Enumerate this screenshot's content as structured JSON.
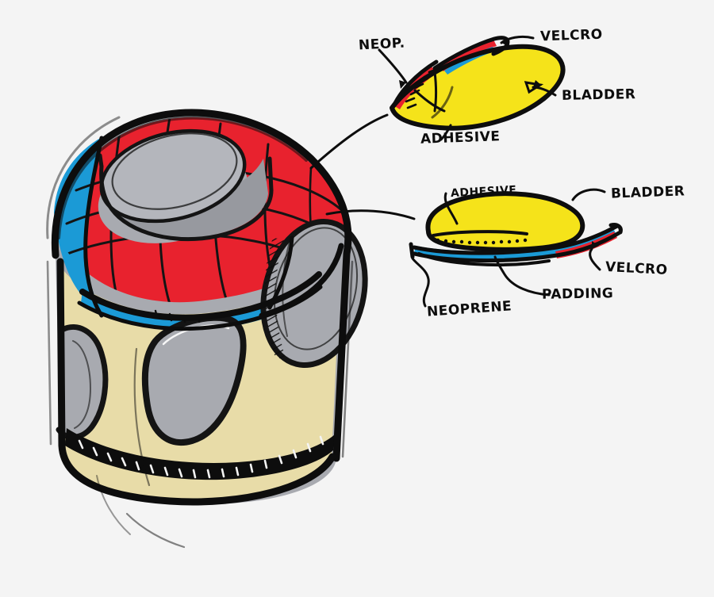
{
  "document": {
    "title": "Compression Vest Construction Sketch",
    "style": "hand-drawn marker concept sketch",
    "background_color": "#f4f4f4"
  },
  "palette": {
    "ink": "#0d0d0d",
    "red": "#e8222e",
    "blue": "#1b9ad6",
    "yellow": "#f5e31a",
    "tan": "#e8dca8",
    "gray": "#a8aab0",
    "gray_dark": "#97999f",
    "white": "#ffffff",
    "background": "#f4f4f4"
  },
  "main_illustration": {
    "name": "torso-vest-perspective-view",
    "description": "Hand-drawn perspective sketch of a sleeveless compression vest worn on a gray mannequin torso, viewed from the front-left above.",
    "regions": [
      {
        "name": "collar-neck-opening",
        "color": "#a8aab0",
        "material": "mannequin"
      },
      {
        "name": "chest-panel",
        "color": "#e8222e",
        "material": "bladder panel with quilted seam grid"
      },
      {
        "name": "shoulder-trim",
        "color": "#1b9ad6",
        "material": "neoprene binding"
      },
      {
        "name": "torso-panel",
        "color": "#e8dca8",
        "material": "padding / outer shell"
      },
      {
        "name": "arm-opening-left",
        "color": "#a8aab0",
        "material": "mannequin arm"
      },
      {
        "name": "arm-opening-right",
        "color": "#a8aab0",
        "material": "mannequin arm"
      },
      {
        "name": "waist-hem",
        "color": "#a8aab0",
        "material": "stitched hem band"
      }
    ]
  },
  "callouts": [
    {
      "name": "detail-edge-section",
      "position": "top-right",
      "description": "Enlarged edge detail showing bladder bonded to neoprene with velcro closure strip",
      "labels": [
        {
          "id": "neop",
          "text": "NEOP.",
          "points_to": "red neoprene edge strip"
        },
        {
          "id": "velcro",
          "text": "VELCRO",
          "points_to": "blue velcro strip on flap"
        },
        {
          "id": "bladder",
          "text": "BLADDER",
          "points_to": "yellow inflatable bladder"
        },
        {
          "id": "adhesive",
          "text": "ADHESIVE",
          "points_to": "serrated bond line between bladder and neoprene"
        }
      ]
    },
    {
      "name": "detail-cross-section",
      "position": "middle-right",
      "description": "Layered cross-section through the vest wall showing bladder, adhesive, neoprene, padding and velcro tail",
      "labels": [
        {
          "id": "adhesive",
          "text": "ADHESIVE",
          "points_to": "dotted adhesive bead under bladder"
        },
        {
          "id": "bladder",
          "text": "BLADDER",
          "points_to": "yellow inflatable bladder"
        },
        {
          "id": "velcro",
          "text": "VELCRO",
          "points_to": "red velcro layer at tapered tail"
        },
        {
          "id": "padding",
          "text": "PADDING",
          "points_to": "white padding layer beneath neoprene"
        },
        {
          "id": "neoprene",
          "text": "NEOPRENE",
          "points_to": "blue neoprene substrate layer"
        }
      ]
    }
  ]
}
